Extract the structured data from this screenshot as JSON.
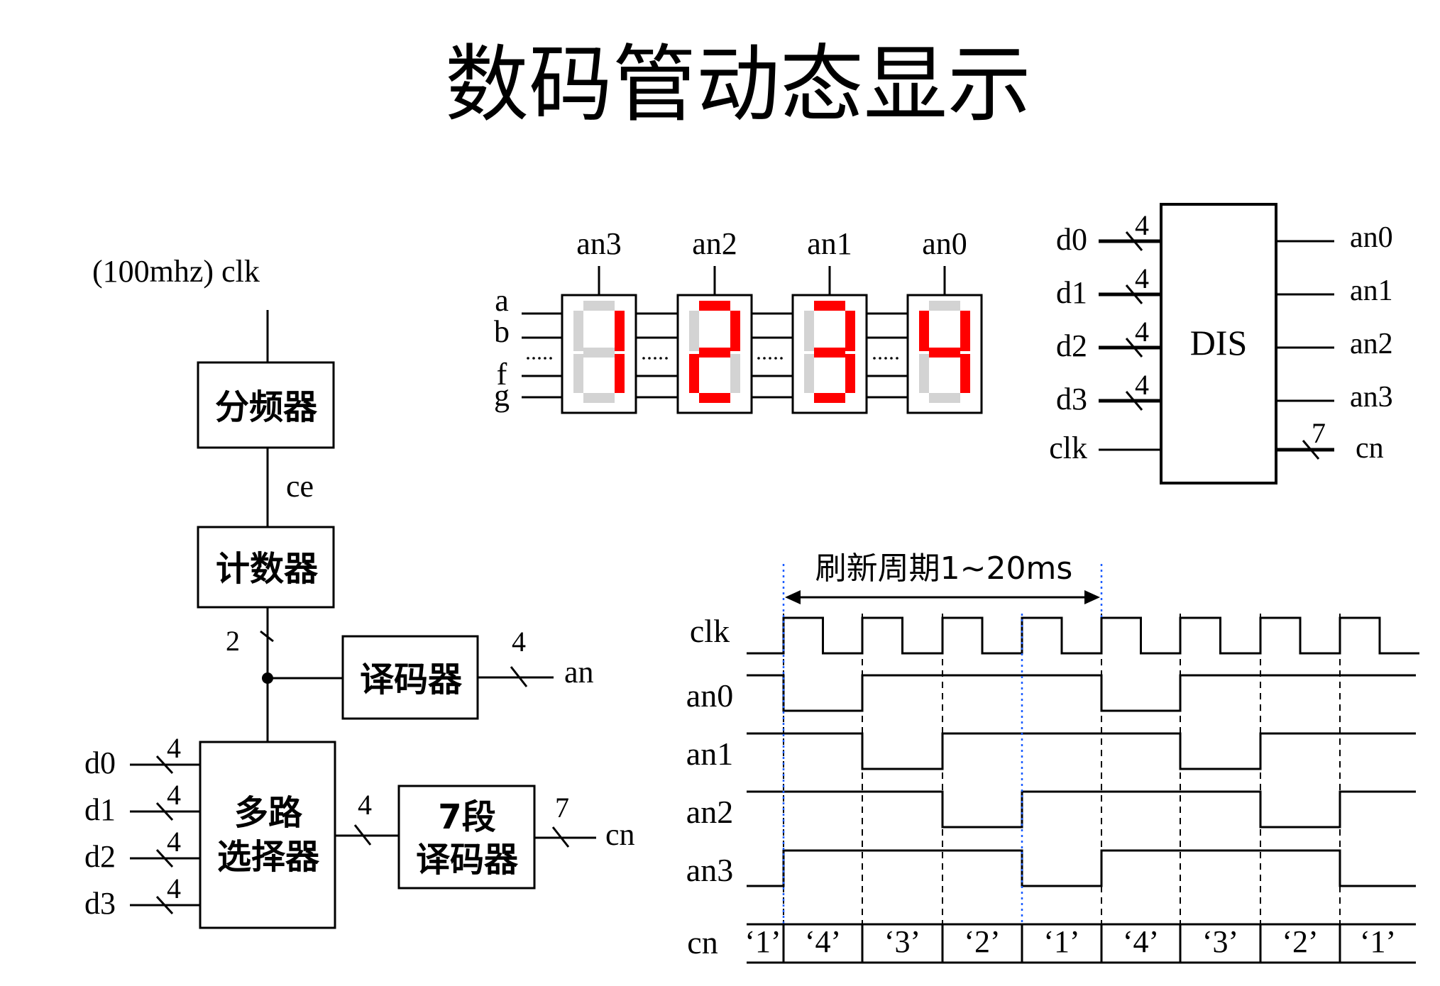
{
  "title": "数码管动态显示",
  "block_diagram": {
    "clk_label": "(100mhz) clk",
    "divider": "分频器",
    "ce": "ce",
    "counter": "计数器",
    "sel_width": "2",
    "decoder": "译码器",
    "an_width": "4",
    "an_out": "an",
    "inputs": [
      {
        "name": "d0",
        "width": "4"
      },
      {
        "name": "d1",
        "width": "4"
      },
      {
        "name": "d2",
        "width": "4"
      },
      {
        "name": "d3",
        "width": "4"
      }
    ],
    "mux_line1": "多路",
    "mux_line2": "选择器",
    "mux_out_width": "4",
    "seg_dec_line1": "7段",
    "seg_dec_line2": "译码器",
    "cn_width": "7",
    "cn_out": "cn"
  },
  "display": {
    "digit_labels": [
      "an3",
      "an2",
      "an1",
      "an0"
    ],
    "digits": [
      "1",
      "2",
      "3",
      "4"
    ],
    "seg_labels": [
      "a",
      "b",
      "f",
      "g"
    ],
    "seg_on_color": "#ff0000",
    "seg_off_color": "#d3d3d3"
  },
  "dis_block": {
    "label": "DIS",
    "inputs": [
      {
        "name": "d0",
        "width": "4"
      },
      {
        "name": "d1",
        "width": "4"
      },
      {
        "name": "d2",
        "width": "4"
      },
      {
        "name": "d3",
        "width": "4"
      },
      {
        "name": "clk",
        "width": ""
      }
    ],
    "outputs": [
      {
        "name": "an0",
        "width": ""
      },
      {
        "name": "an1",
        "width": ""
      },
      {
        "name": "an2",
        "width": ""
      },
      {
        "name": "an3",
        "width": ""
      },
      {
        "name": "cn",
        "width": "7"
      }
    ]
  },
  "timing": {
    "refresh_label": "刷新周期1~20ms",
    "signals": [
      {
        "name": "clk"
      },
      {
        "name": "an0",
        "levels": [
          1,
          0,
          1,
          1,
          1,
          0,
          1,
          1,
          1
        ]
      },
      {
        "name": "an1",
        "levels": [
          1,
          1,
          0,
          1,
          1,
          1,
          0,
          1,
          1
        ]
      },
      {
        "name": "an2",
        "levels": [
          1,
          1,
          1,
          0,
          1,
          1,
          1,
          0,
          1
        ]
      },
      {
        "name": "an3",
        "levels": [
          0,
          1,
          1,
          1,
          0,
          1,
          1,
          1,
          0
        ]
      }
    ],
    "cn_name": "cn",
    "cn_values": [
      "‘1’",
      "‘4’",
      "‘3’",
      "‘2’",
      "‘1’",
      "‘4’",
      "‘3’",
      "‘2’",
      "‘1’"
    ]
  }
}
